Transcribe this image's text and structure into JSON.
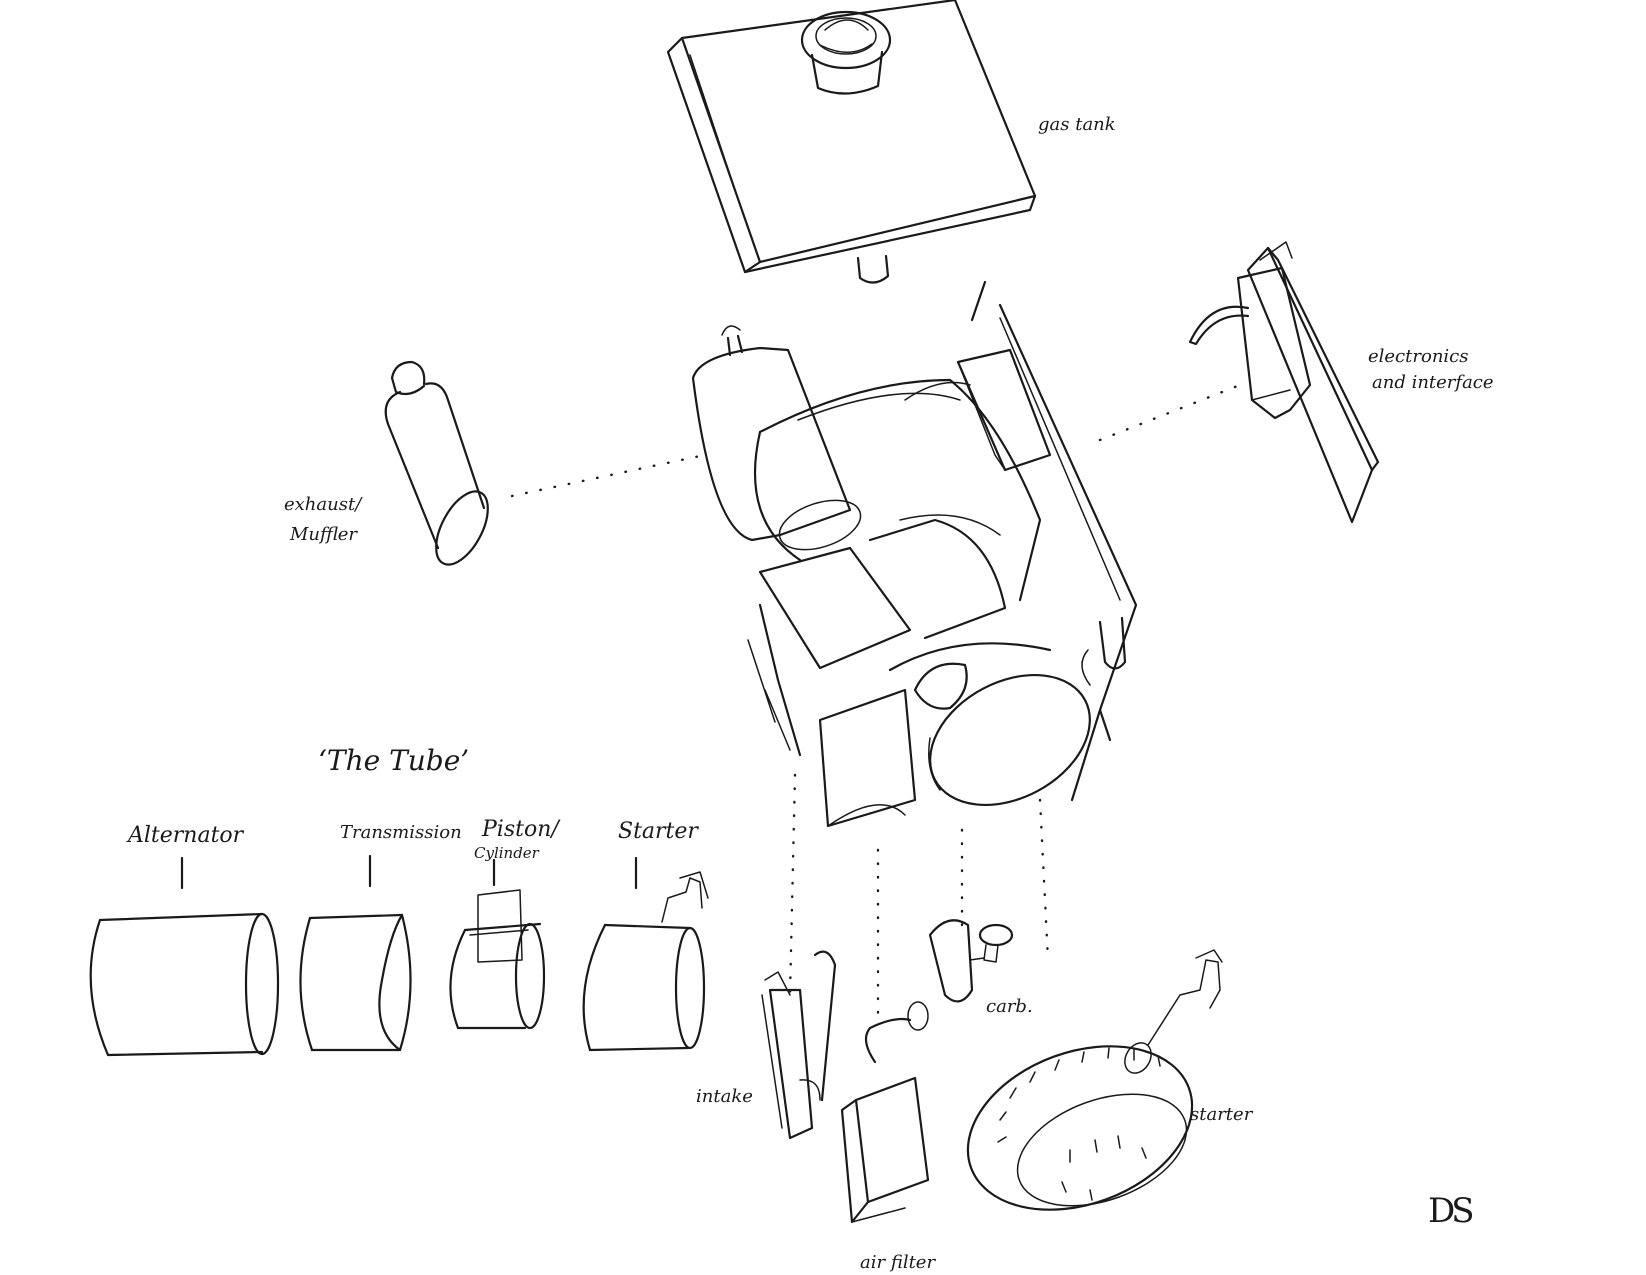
{
  "labels": {
    "gas_tank": "gas tank",
    "electronics_line1": "electronics",
    "electronics_line2": "and interface",
    "exhaust_line1": "exhaust/",
    "exhaust_line2": "Muffler",
    "tube_title": "‘The Tube’",
    "alternator": "Alternator",
    "transmission": "Transmission",
    "piston": "Piston/",
    "cylinder": "Cylinder",
    "starter_top": "Starter",
    "intake": "intake",
    "carb": "carb.",
    "starter_bottom": "starter",
    "air_filter": "air filter",
    "signature": "DS"
  }
}
